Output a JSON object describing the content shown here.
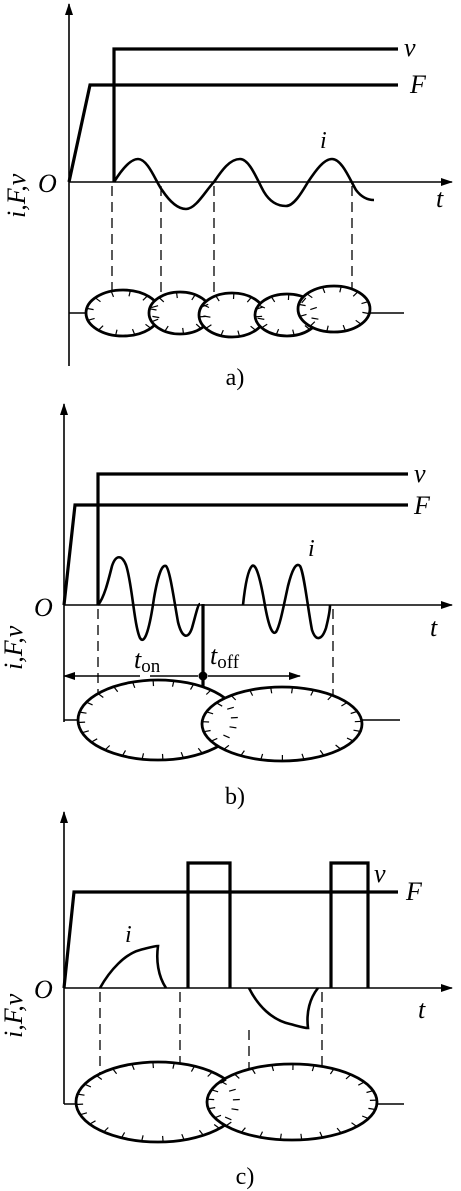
{
  "panels": [
    {
      "caption": "a)",
      "ylabel": "i,F,v",
      "origin": "O",
      "xlabel": "t",
      "curves": {
        "v": "v",
        "F": "F",
        "i": "i"
      }
    },
    {
      "caption": "b)",
      "ylabel": "i,F,v",
      "origin": "O",
      "xlabel": "t",
      "curves": {
        "v": "v",
        "F": "F",
        "i": "i"
      },
      "annotations": {
        "t_on": {
          "main": "t",
          "sub": "on"
        },
        "t_off": {
          "main": "t",
          "sub": "off"
        }
      }
    },
    {
      "caption": "c)",
      "ylabel": "i,F,v",
      "origin": "O",
      "xlabel": "t",
      "curves": {
        "v": "v",
        "F": "F",
        "i": "i"
      }
    }
  ]
}
